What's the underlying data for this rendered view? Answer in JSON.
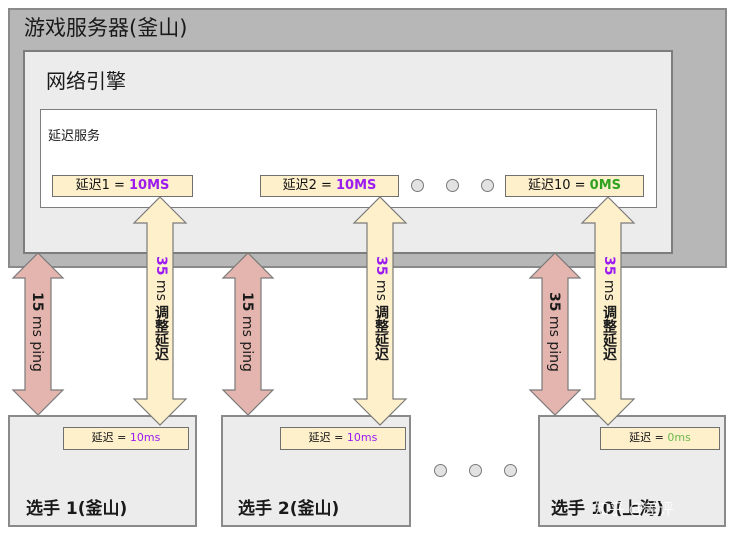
{
  "server": {
    "title": "游戏服务器(釜山)"
  },
  "network_engine": {
    "title": "网络引擎"
  },
  "delay_service": {
    "title": "延迟服务",
    "slots": [
      {
        "label": "延迟1 = ",
        "value": "10MS",
        "value_color": "#9b1bf0"
      },
      {
        "label": "延迟2 = ",
        "value": "10MS",
        "value_color": "#9b1bf0"
      },
      {
        "label": "延迟10 = ",
        "value": "0MS",
        "value_color": "#2fa21f"
      }
    ],
    "ellipsis_dots": 3
  },
  "connections": [
    {
      "ping_value": "15",
      "ping_unit": " ms ping",
      "adjust_value": "35",
      "adjust_unit": " ms ",
      "adjust_label": "调整延迟"
    },
    {
      "ping_value": "15",
      "ping_unit": " ms ping",
      "adjust_value": "35",
      "adjust_unit": " ms ",
      "adjust_label": "调整延迟"
    },
    {
      "ping_value": "35",
      "ping_unit": " ms ping",
      "adjust_value": "35",
      "adjust_unit": " ms ",
      "adjust_label": "调整延迟"
    }
  ],
  "players": [
    {
      "name": "选手 1(釜山)",
      "delay_label": "延迟 = ",
      "delay_value": "10ms"
    },
    {
      "name": "选手 2(釜山)",
      "delay_label": "延迟 = ",
      "delay_value": "10ms"
    },
    {
      "name": "选手 10(上海)",
      "delay_label": "延迟 = ",
      "delay_value": "0ms"
    }
  ],
  "players_ellipsis_dots": 3,
  "watermark": "知乎 @差评",
  "colors": {
    "ping_arrow": "#e4b5ae",
    "adjust_arrow": "#fff0cc",
    "highlight_purple": "#9b1bf0",
    "highlight_green": "#2fa21f",
    "server_bg": "#b7b7b7",
    "engine_bg": "#ececec"
  }
}
